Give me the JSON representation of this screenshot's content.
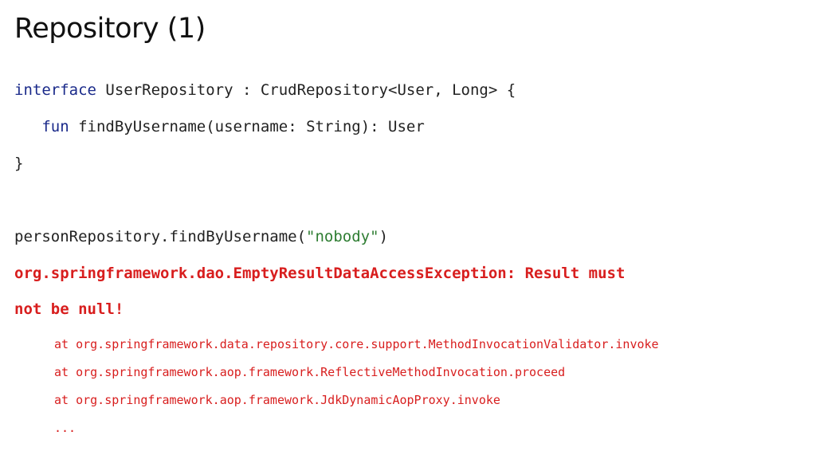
{
  "slide": {
    "title": "Repository (1)"
  },
  "code": {
    "line1": {
      "keyword": "interface",
      "rest": " UserRepository : CrudRepository<User, Long> {"
    },
    "line2": {
      "indent": "   ",
      "keyword": "fun",
      "rest": " findByUsername(username: String): User"
    },
    "line3": {
      "text": "}"
    },
    "call": {
      "prefix": "personRepository.findByUsername(",
      "arg": "\"nobody\"",
      "suffix": ")"
    }
  },
  "error": {
    "line1": "org.springframework.dao.EmptyResultDataAccessException: Result must",
    "line2": "not be null!"
  },
  "stacktrace": [
    "at org.springframework.data.repository.core.support.MethodInvocationValidator.invoke",
    "at org.springframework.aop.framework.ReflectiveMethodInvocation.proceed",
    "at org.springframework.aop.framework.JdkDynamicAopProxy.invoke",
    "..."
  ]
}
